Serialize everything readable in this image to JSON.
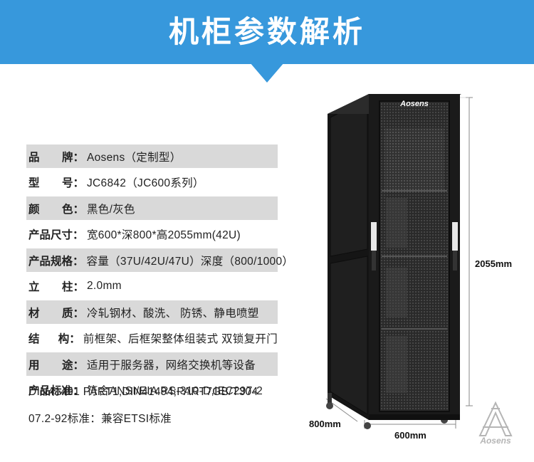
{
  "banner": {
    "title": "机柜参数解析"
  },
  "specs": [
    {
      "label_chars": [
        "品",
        "牌："
      ],
      "value": "Aosens（定制型）",
      "shaded": true
    },
    {
      "label_chars": [
        "型",
        "号："
      ],
      "value": "JC6842（JC600系列）",
      "shaded": false
    },
    {
      "label_chars": [
        "颜",
        "色："
      ],
      "value": "黑色/灰色",
      "shaded": true
    },
    {
      "label_chars": [
        "产品尺寸："
      ],
      "value": "宽600*深800*高2055mm(42U)",
      "shaded": false
    },
    {
      "label_chars": [
        "产品规格："
      ],
      "value": "容量（37U/42U/47U）深度（800/1000）",
      "shaded": true
    },
    {
      "label_chars": [
        "立",
        "柱："
      ],
      "value": "2.0mm",
      "shaded": false
    },
    {
      "label_chars": [
        "材",
        "质："
      ],
      "value": "冷轧钢材、酸洗、 防锈、静电喷塑",
      "shaded": true
    },
    {
      "label_chars": [
        "结",
        "构："
      ],
      "value": "前框架、后框架整体组装式  双锁复开门",
      "shaded": false
    },
    {
      "label_chars": [
        "用",
        "途："
      ],
      "value": "适用于服务器，网络交换机等设备",
      "shaded": true
    },
    {
      "label_chars": [
        "产品标准："
      ],
      "value": "符合ANSI/EIA RS-310-D,IEC297-2",
      "shaded": false
    }
  ],
  "standard_continuation": [
    "DIN41491 PART1,DIN41494;PART7GB/T304",
    "07.2-92标准：兼容ETSI标准"
  ],
  "product": {
    "brand_on_door": "Aosens",
    "height_label": "2055mm",
    "depth_label": "800mm",
    "width_label": "600mm",
    "corner_logo_text": "Aosens"
  },
  "colors": {
    "banner": "#3798dc",
    "shade": "#d9d9d9",
    "cabinet": "#1a1a1a"
  }
}
